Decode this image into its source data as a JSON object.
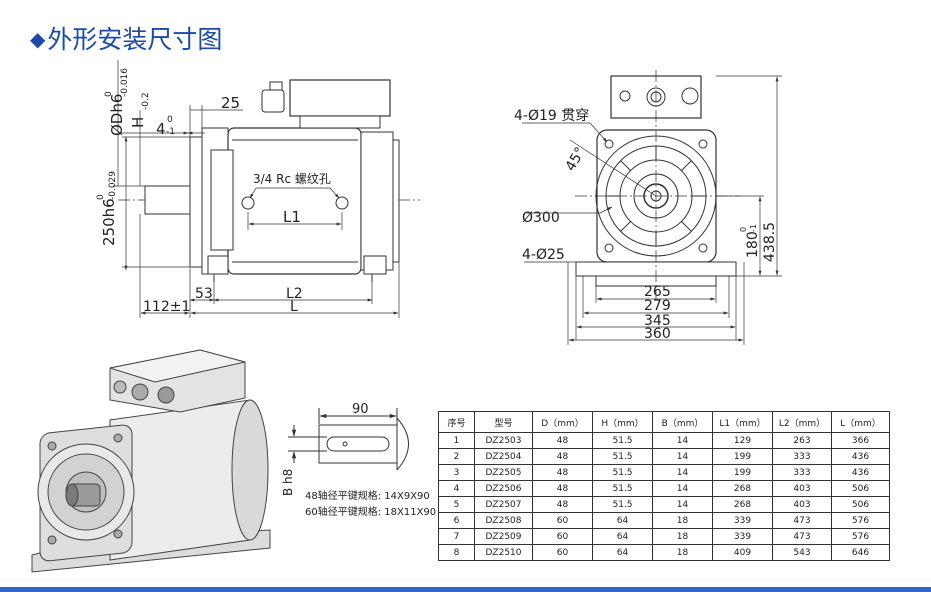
{
  "page": {
    "title_marker": "◆",
    "title": "外形安装尺寸图"
  },
  "side_view": {
    "dim_D": "ØDh6",
    "dim_D_tol_upper": "0",
    "dim_D_tol_lower": "-0.016",
    "dim_H": "H",
    "dim_H_tol_lower": "-0.2",
    "dim_4": "4",
    "dim_4_tol_upper": "0",
    "dim_4_tol_lower": "-1",
    "dim_25": "25",
    "dim_250": "250h6",
    "dim_250_tol_upper": "0",
    "dim_250_tol_lower": "-0.029",
    "hole_note": "3/4 Rc 螺纹孔",
    "dim_L1": "L1",
    "dim_53": "53",
    "dim_L2": "L2",
    "dim_112": "112±1",
    "dim_L": "L"
  },
  "end_view": {
    "through_holes": "4-Ø19 贯穿",
    "angle": "45°",
    "dia_300": "Ø300",
    "feet_holes": "4-Ø25",
    "dim_180": "180",
    "dim_180_tol_upper": "0",
    "dim_180_tol_lower": "-1",
    "dim_4385": "438.5",
    "dim_265": "265",
    "dim_279": "279",
    "dim_345": "345",
    "dim_360": "360"
  },
  "shaft_detail": {
    "dim_90": "90",
    "key_label": "B h8",
    "key_notes": [
      "48轴径平键规格: 14X9X90",
      "60轴径平键规格: 18X11X90"
    ]
  },
  "spec_table": {
    "headers": [
      "序号",
      "型号",
      "D（mm）",
      "H（mm）",
      "B（mm）",
      "L1（mm）",
      "L2（mm）",
      "L（mm）"
    ],
    "rows": [
      [
        "1",
        "DZ2503",
        "48",
        "51.5",
        "14",
        "129",
        "263",
        "366"
      ],
      [
        "2",
        "DZ2504",
        "48",
        "51.5",
        "14",
        "199",
        "333",
        "436"
      ],
      [
        "3",
        "DZ2505",
        "48",
        "51.5",
        "14",
        "199",
        "333",
        "436"
      ],
      [
        "4",
        "DZ2506",
        "48",
        "51.5",
        "14",
        "268",
        "403",
        "506"
      ],
      [
        "5",
        "DZ2507",
        "48",
        "51.5",
        "14",
        "268",
        "403",
        "506"
      ],
      [
        "6",
        "DZ2508",
        "60",
        "64",
        "18",
        "339",
        "473",
        "576"
      ],
      [
        "7",
        "DZ2509",
        "60",
        "64",
        "18",
        "339",
        "473",
        "576"
      ],
      [
        "8",
        "DZ2510",
        "60",
        "64",
        "18",
        "409",
        "543",
        "646"
      ]
    ]
  },
  "colors": {
    "title": "#1b4aa8",
    "bottom_rule": "#2d66c8",
    "line": "#333333"
  }
}
